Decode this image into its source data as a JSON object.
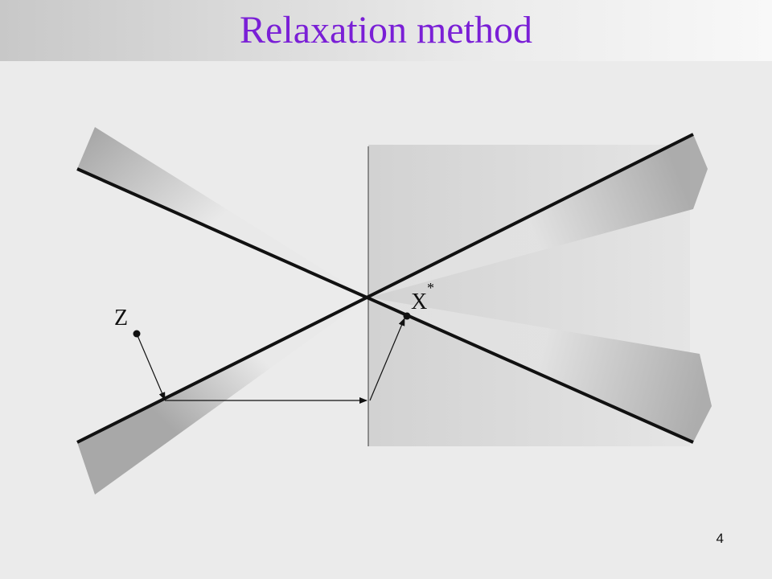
{
  "title": "Relaxation method",
  "labels": {
    "z": "Z",
    "x": "X",
    "star": "*"
  },
  "page_number": "4",
  "colors": {
    "title": "#7a1fd6",
    "lines": "#111111",
    "background": "#ebebeb"
  }
}
